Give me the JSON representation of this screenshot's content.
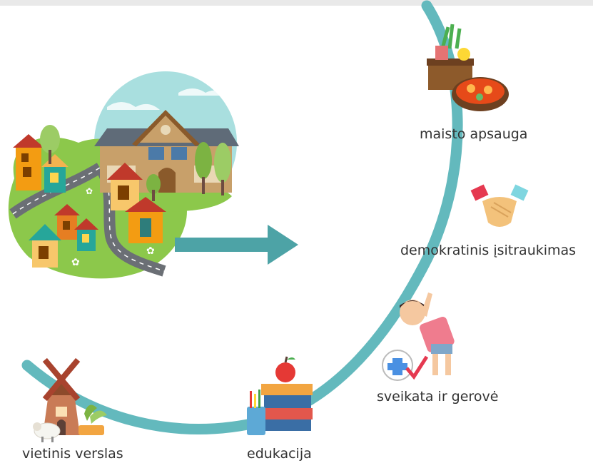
{
  "labels": {
    "food": "maisto apsauga",
    "democracy": "demokratinis įsitraukimas",
    "health": "sveikata ir gerovė",
    "education": "edukacija",
    "business": "vietinis verslas"
  },
  "colors": {
    "curve": "#63b9bd",
    "arrow": "#4da3a6",
    "grass": "#8cc84b",
    "road": "#6b6f75",
    "sky": "#a9dfdf"
  },
  "icons": {
    "village": "village-illustration",
    "arrow": "right-arrow-icon",
    "food": "food-basket-icon",
    "democracy": "handshake-icon",
    "health": "exercising-boy-icon",
    "education": "books-apple-icon",
    "business": "windmill-icon"
  }
}
